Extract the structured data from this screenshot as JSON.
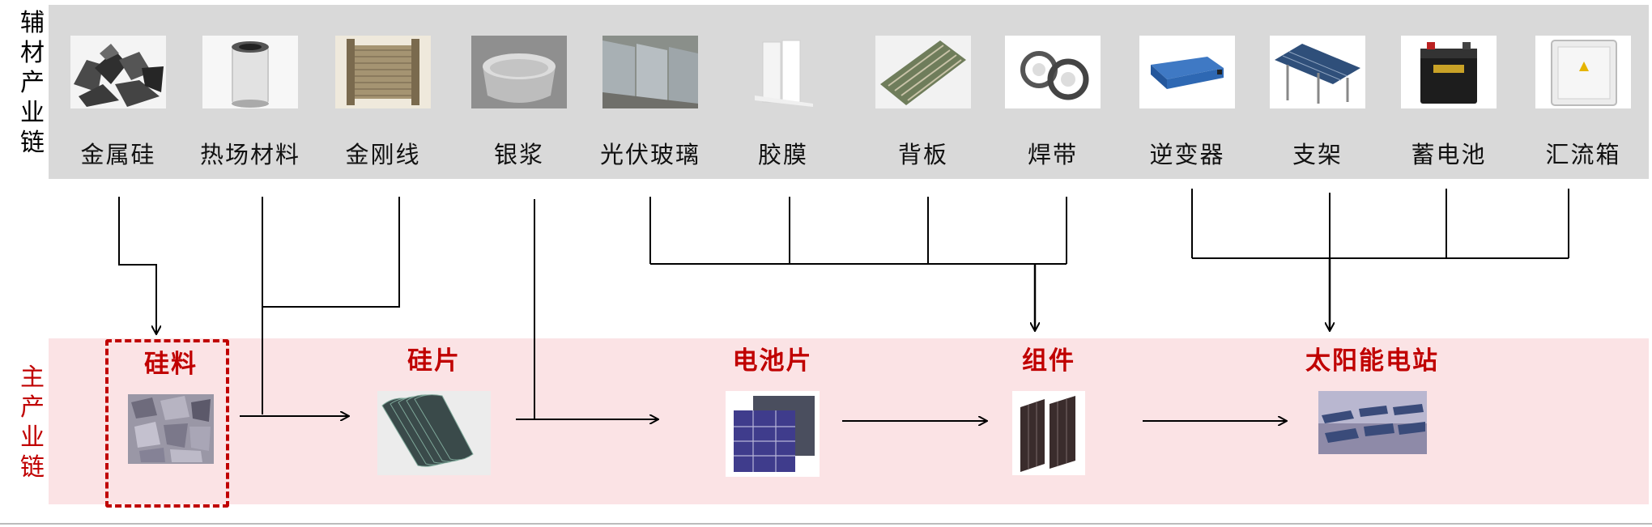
{
  "aux_chain": {
    "label_chars": [
      "辅",
      "材",
      "产",
      "业",
      "链"
    ],
    "items": [
      {
        "name": "金属硅",
        "icon": "metallic-silicon-icon"
      },
      {
        "name": "热场材料",
        "icon": "thermal-field-material-icon"
      },
      {
        "name": "金刚线",
        "icon": "diamond-wire-spool-icon"
      },
      {
        "name": "银浆",
        "icon": "silver-paste-can-icon"
      },
      {
        "name": "光伏玻璃",
        "icon": "pv-glass-icon"
      },
      {
        "name": "胶膜",
        "icon": "encapsulant-film-rolls-icon"
      },
      {
        "name": "背板",
        "icon": "backsheet-icon"
      },
      {
        "name": "焊带",
        "icon": "ribbon-coil-icon"
      },
      {
        "name": "逆变器",
        "icon": "inverter-icon"
      },
      {
        "name": "支架",
        "icon": "mounting-bracket-icon"
      },
      {
        "name": "蓄电池",
        "icon": "storage-battery-icon"
      },
      {
        "name": "汇流箱",
        "icon": "combiner-box-icon"
      }
    ]
  },
  "main_chain": {
    "label_chars": [
      "主",
      "产",
      "业",
      "链"
    ],
    "stages": [
      {
        "name": "硅料",
        "icon": "polysilicon-icon",
        "highlighted": true
      },
      {
        "name": "硅片",
        "icon": "silicon-wafer-stack-icon"
      },
      {
        "name": "电池片",
        "icon": "solar-cell-icon"
      },
      {
        "name": "组件",
        "icon": "pv-module-icon"
      },
      {
        "name": "太阳能电站",
        "icon": "solar-power-station-icon"
      }
    ]
  },
  "colors": {
    "aux_band": "#d9d9d9",
    "main_band": "#fbe3e5",
    "main_text": "#c00000",
    "highlight_border": "#c00000",
    "lines": "#000000"
  }
}
